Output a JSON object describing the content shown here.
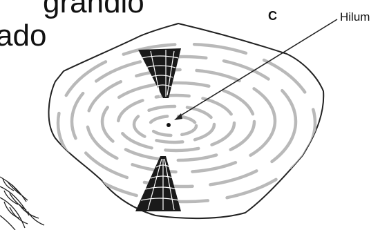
{
  "slide_text": {
    "line1": "grandio",
    "line2": "ado"
  },
  "panel_letter": "C",
  "annotation": {
    "label": "Hilum"
  },
  "colors": {
    "lamellae": "#b9b9b9",
    "crystal": "#1a1a1a",
    "outline": "#222222",
    "text": "#111111"
  }
}
